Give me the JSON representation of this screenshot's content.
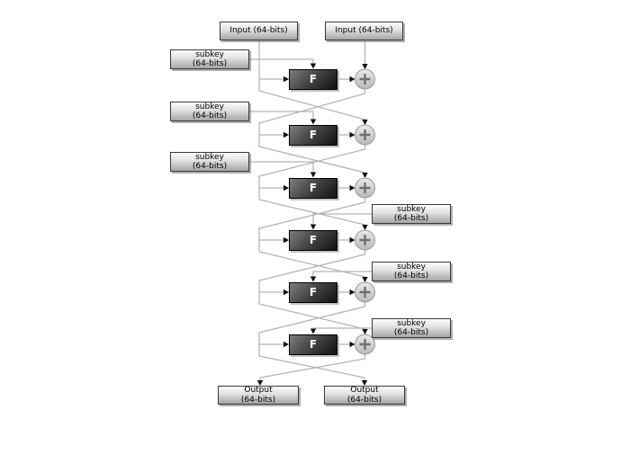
{
  "inputs": [
    {
      "label": "Input (64-bits)"
    },
    {
      "label": "Input (64-bits)"
    }
  ],
  "rounds": [
    {
      "f_label": "F",
      "subkey_line1": "subkey",
      "subkey_line2": "(64-bits)",
      "subkey_side": "left"
    },
    {
      "f_label": "F",
      "subkey_line1": "subkey",
      "subkey_line2": "(64-bits)",
      "subkey_side": "left"
    },
    {
      "f_label": "F",
      "subkey_line1": "subkey",
      "subkey_line2": "(64-bits)",
      "subkey_side": "left"
    },
    {
      "f_label": "F",
      "subkey_line1": "subkey",
      "subkey_line2": "(64-bits)",
      "subkey_side": "right"
    },
    {
      "f_label": "F",
      "subkey_line1": "subkey",
      "subkey_line2": "(64-bits)",
      "subkey_side": "right"
    },
    {
      "f_label": "F",
      "subkey_line1": "subkey",
      "subkey_line2": "(64-bits)",
      "subkey_side": "right"
    }
  ],
  "outputs": [
    {
      "line1": "Output",
      "line2": "(64-bits)"
    },
    {
      "line1": "Output",
      "line2": "(64-bits)"
    }
  ],
  "icons": {
    "xor": "+"
  },
  "colors": {
    "background": "#ffffff",
    "wire": "#b3b3b3",
    "arrow": "#111111",
    "box_border": "#3a3a3a",
    "xor_fill_light": "#eaeaea",
    "xor_fill_dark": "#b9b9b9",
    "xor_plus": "#6f6f6f",
    "f_text": "#ffffff"
  }
}
